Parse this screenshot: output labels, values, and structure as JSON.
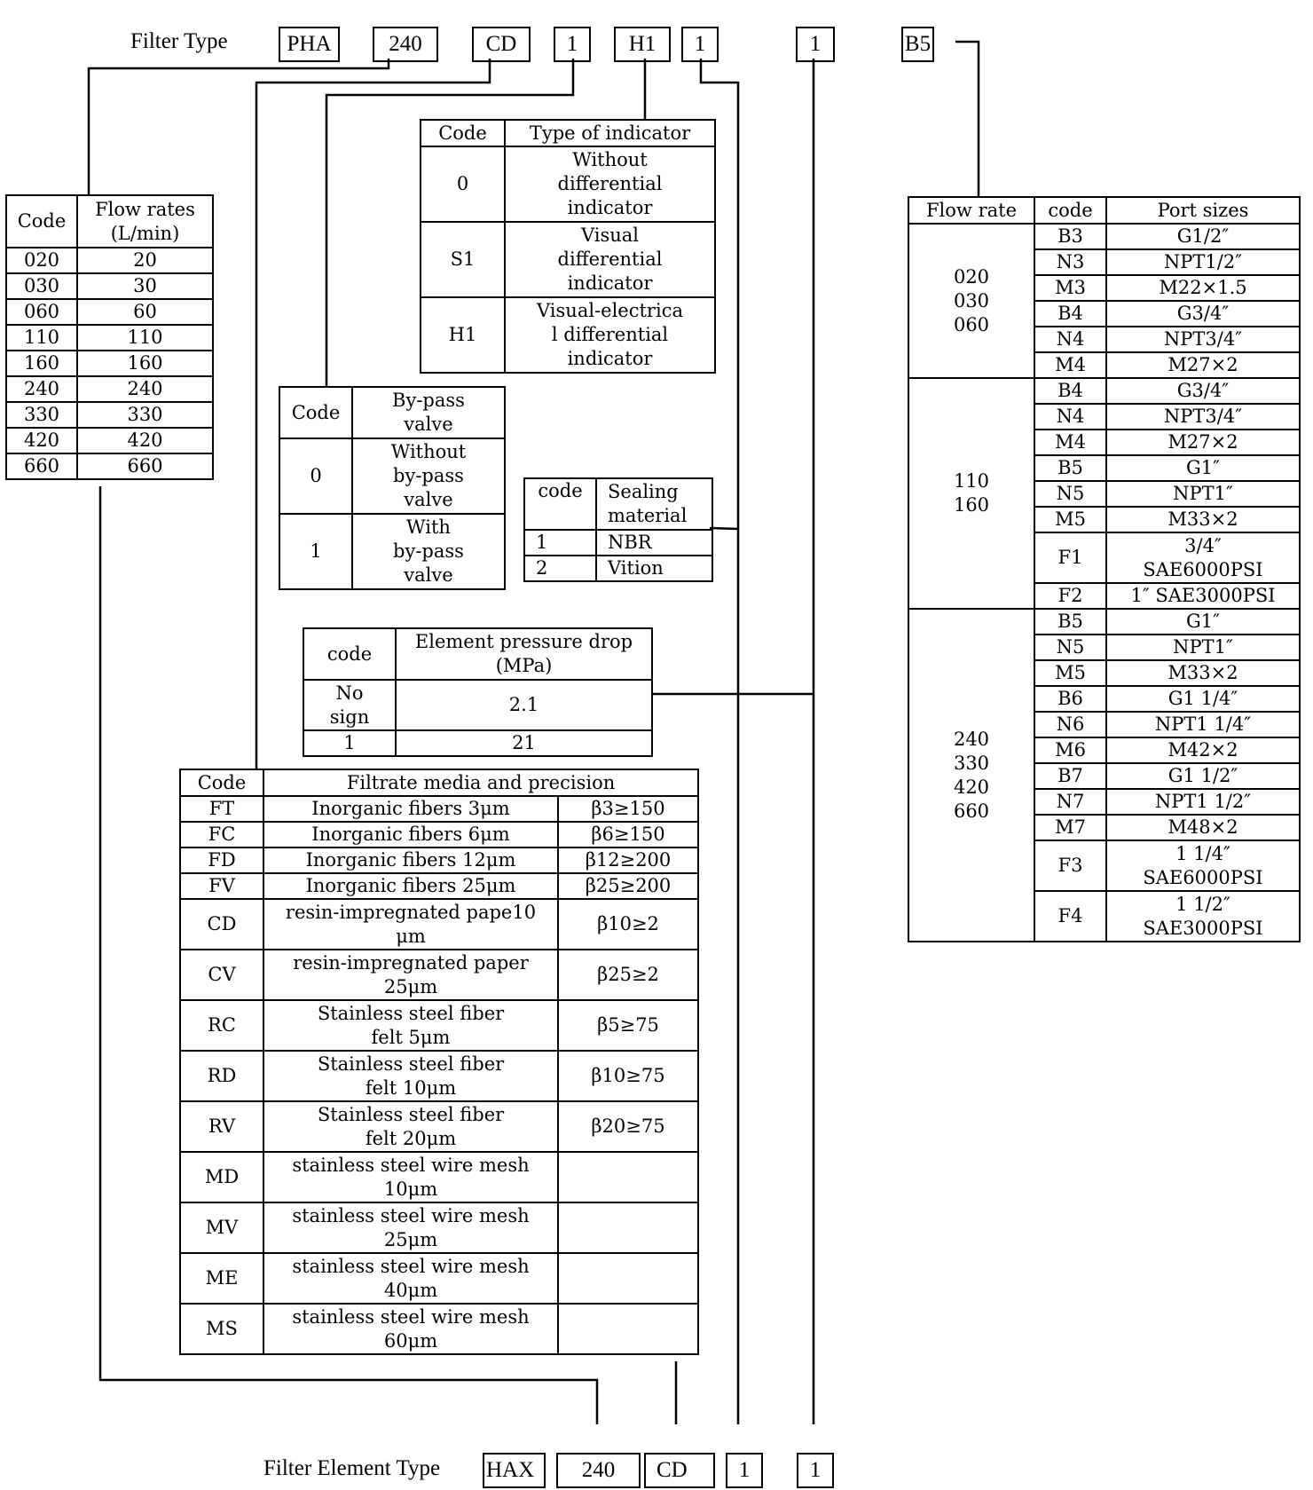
{
  "top": {
    "label": "Filter Type",
    "codes": [
      "PHA",
      "240",
      "CD",
      "1",
      "H1",
      "1",
      "1",
      "B5"
    ]
  },
  "bottom": {
    "label": "Filter Element Type",
    "codes": [
      "HAX",
      "240",
      "CD",
      "1",
      "1"
    ]
  },
  "flow_table": {
    "headers": [
      "Code",
      "Flow rates\n(L/min)"
    ],
    "rows": [
      [
        "020",
        "20"
      ],
      [
        "030",
        "30"
      ],
      [
        "060",
        "60"
      ],
      [
        "110",
        "110"
      ],
      [
        "160",
        "160"
      ],
      [
        "240",
        "240"
      ],
      [
        "330",
        "330"
      ],
      [
        "420",
        "420"
      ],
      [
        "660",
        "660"
      ]
    ]
  },
  "indicator_table": {
    "headers": [
      "Code",
      "Type of indicator"
    ],
    "rows": [
      [
        "0",
        "Without\ndifferential\nindicator"
      ],
      [
        "S1",
        "Visual\ndifferential\nindicator"
      ],
      [
        "H1",
        "Visual-electrica\nl differential\nindicator"
      ]
    ]
  },
  "bypass_table": {
    "headers": [
      "Code",
      "By-pass\nvalve"
    ],
    "rows": [
      [
        "0",
        "Without\nby-pass\nvalve"
      ],
      [
        "1",
        "With\nby-pass\nvalve"
      ]
    ]
  },
  "seal_table": {
    "headers": [
      "code",
      "Sealing\nmaterial"
    ],
    "rows": [
      [
        "1",
        "NBR"
      ],
      [
        "2",
        "Vition"
      ]
    ]
  },
  "pressure_table": {
    "headers": [
      "code",
      "Element pressure drop\n(MPa)"
    ],
    "rows": [
      [
        "No\nsign",
        "2.1"
      ],
      [
        "1",
        "21"
      ]
    ]
  },
  "filtrate_table": {
    "headers": [
      "Code",
      "Filtrate media and precision"
    ],
    "rows": [
      [
        "FT",
        "Inorganic  fibers 3μm",
        "β3≥150"
      ],
      [
        "FC",
        "Inorganic  fibers 6μm",
        "β6≥150"
      ],
      [
        "FD",
        "Inorganic  fibers 12μm",
        "β12≥200"
      ],
      [
        "FV",
        "Inorganic  fibers 25μm",
        "β25≥200"
      ],
      [
        "CD",
        "resin-impregnated pape10\nμm",
        "β10≥2"
      ],
      [
        "CV",
        "resin-impregnated paper\n25μm",
        "β25≥2"
      ],
      [
        "RC",
        "Stainless  steel  fiber\nfelt 5μm",
        "β5≥75"
      ],
      [
        "RD",
        "Stainless steel fiber\nfelt 10μm",
        "β10≥75"
      ],
      [
        "RV",
        "Stainless steel fiber\nfelt 20μm",
        "β20≥75"
      ],
      [
        "MD",
        "stainless steel wire mesh\n10μm",
        ""
      ],
      [
        "MV",
        "stainless steel wire mesh\n25μm",
        ""
      ],
      [
        "ME",
        "stainless steel wire mesh\n40μm",
        ""
      ],
      [
        "MS",
        "stainless steel wire mesh\n60μm",
        ""
      ]
    ]
  },
  "port_table": {
    "headers": [
      "Flow rate",
      "code",
      "Port sizes"
    ],
    "groups": [
      {
        "flow": "020\n030\n060",
        "rows": [
          [
            "B3",
            "G1/2″"
          ],
          [
            "N3",
            "NPT1/2″"
          ],
          [
            "M3",
            "M22×1.5"
          ],
          [
            "B4",
            "G3/4″"
          ],
          [
            "N4",
            "NPT3/4″"
          ],
          [
            "M4",
            "M27×2"
          ]
        ]
      },
      {
        "flow": "110\n160",
        "rows": [
          [
            "B4",
            "G3/4″"
          ],
          [
            "N4",
            "NPT3/4″"
          ],
          [
            "M4",
            "M27×2"
          ],
          [
            "B5",
            "G1″"
          ],
          [
            "N5",
            "NPT1″"
          ],
          [
            "M5",
            "M33×2"
          ],
          [
            "F1",
            "3/4″\nSAE6000PSI"
          ],
          [
            "F2",
            "1″  SAE3000PSI"
          ]
        ]
      },
      {
        "flow": "240\n330\n420\n660",
        "rows": [
          [
            "B5",
            "G1″"
          ],
          [
            "N5",
            "NPT1″"
          ],
          [
            "M5",
            "M33×2"
          ],
          [
            "B6",
            "G1 1/4″"
          ],
          [
            "N6",
            "NPT1 1/4″"
          ],
          [
            "M6",
            "M42×2"
          ],
          [
            "B7",
            "G1 1/2″"
          ],
          [
            "N7",
            "NPT1 1/2″"
          ],
          [
            "M7",
            "M48×2"
          ],
          [
            "F3",
            "1 1/4″\nSAE6000PSI"
          ],
          [
            "F4",
            "1 1/2″\nSAE3000PSI"
          ]
        ]
      }
    ]
  }
}
